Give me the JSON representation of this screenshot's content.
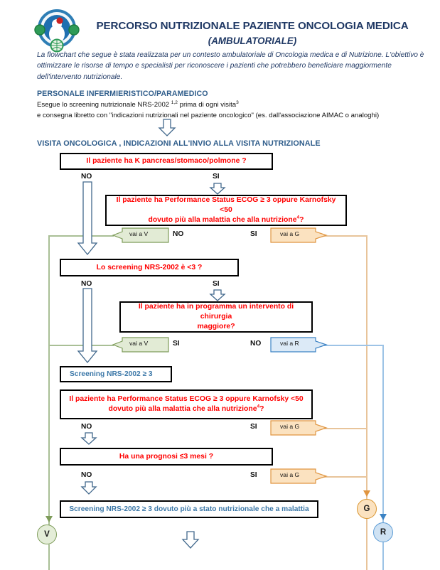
{
  "header": {
    "logo_name": "nutrition-oncology-logo",
    "title": "PERCORSO NUTRIZIONALE PAZIENTE ONCOLOGIA MEDICA",
    "subtitle": "(AMBULATORIALE)",
    "intro": "La flowchart che segue è stata realizzata per un contesto ambulatoriale di Oncologia medica e di Nutrizione. L'obiettivo è ottimizzare le risorse di tempo e specialisti per riconoscere i pazienti che potrebbero beneficiare maggiormente dell'intervento nutrizionale."
  },
  "sections": {
    "personale_heading": "PERSONALE INFERMIERISTICO/PARAMEDICO",
    "personale_line1_a": "Esegue lo screening nutrizionale  NRS-2002 ",
    "personale_line1_sup": "1,2",
    "personale_line1_b": " prima di  ogni visita",
    "personale_line1_sup2": "3",
    "personale_line2": "e consegna libretto con \"indicazioni  nutrizionali nel paziente oncologico\" (es. dall'associazione AIMAC o analoghi)",
    "visita_heading": "VISITA ONCOLOGICA , INDICAZIONI ALL'INVIO ALLA VISITA NUTRIZIONALE"
  },
  "boxes": {
    "box1": "Il paziente ha K pancreas/stomaco/polmone ?",
    "box2_line1": "Il paziente ha Performance Status ECOG ≥ 3 oppure Karnofsky <50",
    "box2_line2_a": "dovuto più alla malattia che alla nutrizione",
    "box2_sup": "4",
    "box2_line2_b": "?",
    "box3": "Lo screening NRS-2002 è <3 ?",
    "box4_line1": "Il paziente ha in programma un intervento di chirurgia",
    "box4_line2": "maggiore?",
    "box5": "Screening NRS-2002 ≥ 3",
    "box6_line1": "Il paziente ha Performance Status ECOG ≥ 3 oppure Karnofsky <50",
    "box6_line2_a": "dovuto più alla malattia che alla nutrizione",
    "box6_sup": "4",
    "box6_line2_b": "?",
    "box7": "Ha una prognosi ≤3 mesi ?",
    "box8": "Screening NRS-2002 ≥ 3 dovuto più a stato nutrizionale che a malattia"
  },
  "labels": {
    "no": "NO",
    "si": "SI",
    "b1_no": "NO",
    "b1_si": "SI",
    "b2_no": "NO",
    "b2_si": "SI",
    "b3_no": "NO",
    "b3_si": "SI",
    "b4_si": "SI",
    "b4_no": "NO",
    "b6_no": "NO",
    "b6_si": "SI",
    "b7_no": "NO",
    "b7_si": "SI"
  },
  "route_arrows": {
    "vai_a_v_1": "vai a V",
    "vai_a_g_1": "vai a G",
    "vai_a_v_2": "vai a V",
    "vai_a_r_1": "vai a R",
    "vai_a_g_2": "vai a G",
    "vai_a_g_3": "vai a G"
  },
  "terminators": {
    "v": "V",
    "g": "G",
    "r": "R"
  },
  "colors": {
    "title_blue": "#1F3864",
    "heading_blue": "#2E5C8A",
    "box_text_red": "#FF0000",
    "box_text_blue": "#3C78A8",
    "route_green": "#A9BF96",
    "route_orange": "#E8C49A",
    "route_blue": "#9DC3E6",
    "arrow_outline": "#41688C"
  }
}
